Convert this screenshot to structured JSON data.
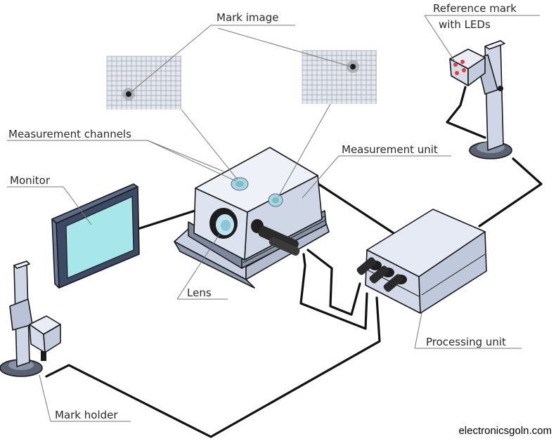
{
  "labels": {
    "mark_image": "Mark image",
    "reference_mark": "Reference mark",
    "reference_mark_line2": "with LEDs",
    "measurement_channels": "Measurement channels",
    "measurement_unit": "Measurement unit",
    "monitor": "Monitor",
    "lens": "Lens",
    "processing_unit": "Processing unit",
    "mark_holder": "Mark holder"
  },
  "watermark": "electronicsgoln.com",
  "colors": {
    "housing": "#e3e8f3",
    "housing_shade": "#c9d1e2",
    "screen": "#a7e6ea",
    "led": "#e63a3a",
    "grid": "#e4e7ee",
    "cable": "#111111"
  }
}
